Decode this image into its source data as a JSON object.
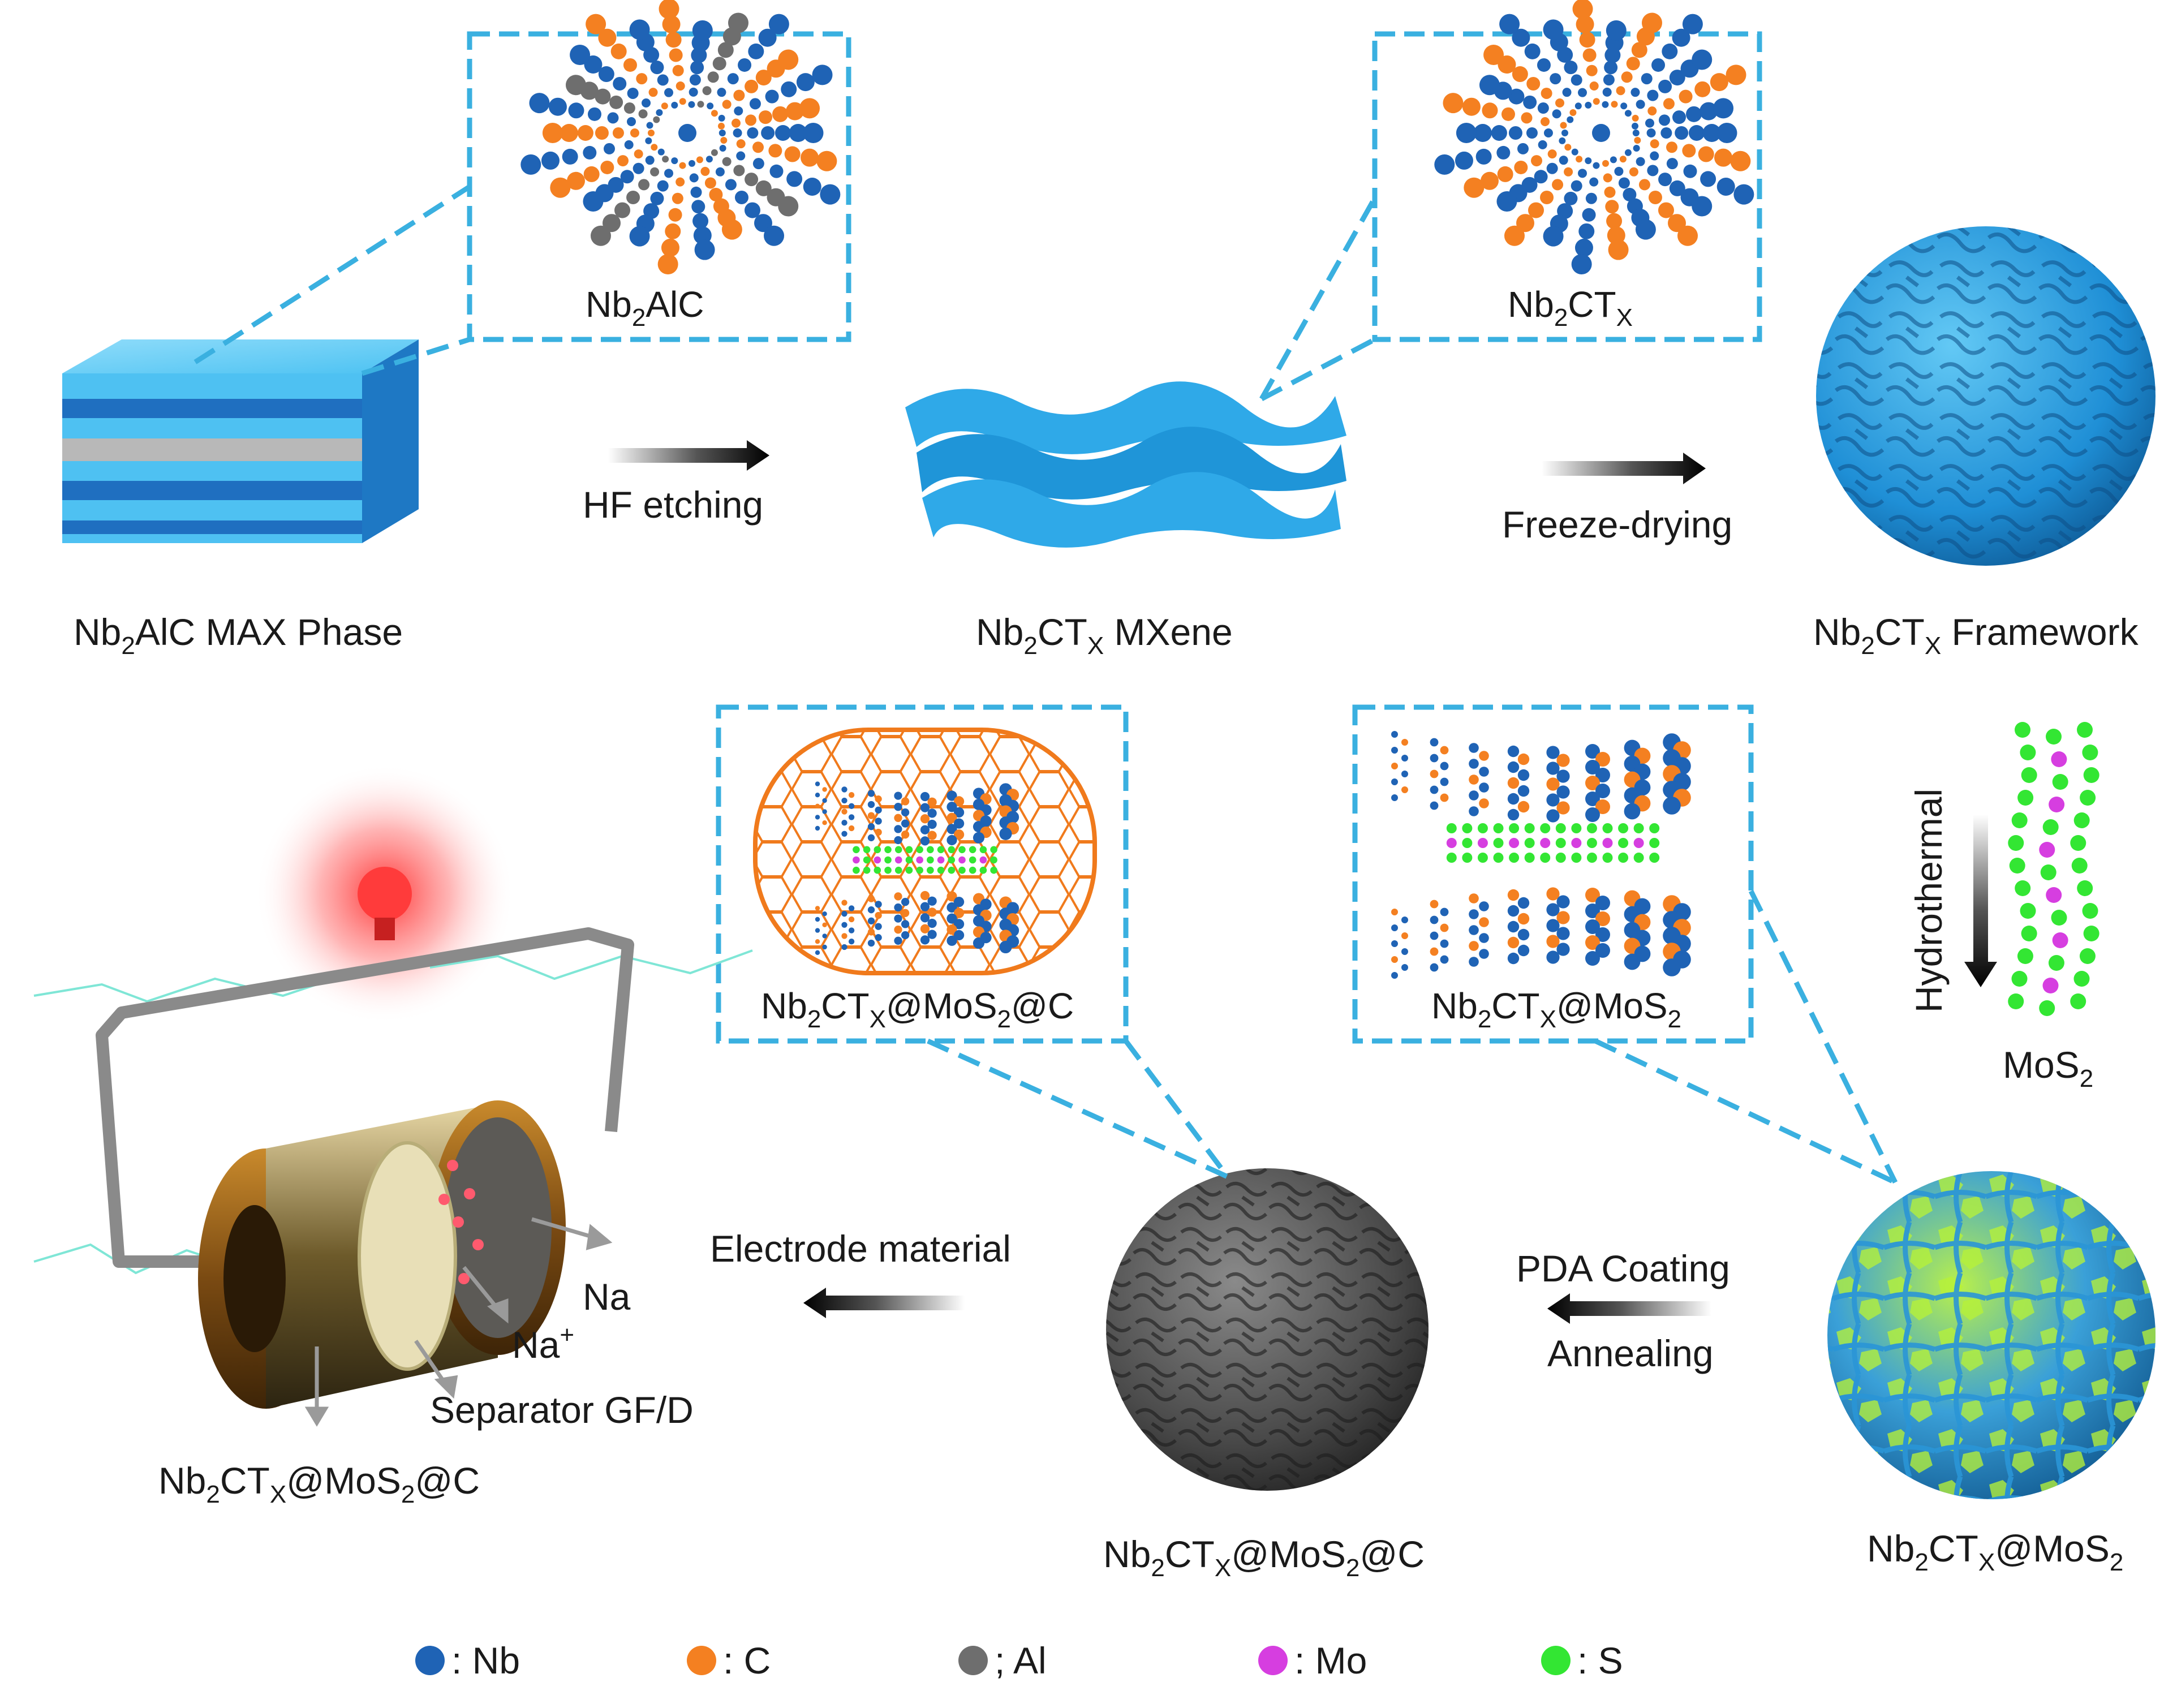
{
  "labels": {
    "max_phase": {
      "pre": "Nb",
      "sub": "2",
      "post": "AlC MAX Phase"
    },
    "mxene": {
      "pre": "Nb",
      "sub1": "2",
      "mid": "CT",
      "sub2": "X",
      "post": " MXene"
    },
    "framework": {
      "pre": "Nb",
      "sub1": "2",
      "mid": "CT",
      "sub2": "X",
      "post": " Framework"
    },
    "composite_mos2": {
      "pre": "Nb",
      "sub1": "2",
      "mid": "CT",
      "sub2": "X",
      "mid2": "@MoS",
      "sub3": "2"
    },
    "composite_c": {
      "pre": "Nb",
      "sub1": "2",
      "mid": "CT",
      "sub2": "X",
      "mid2": "@MoS",
      "sub3": "2",
      "post": "@C"
    },
    "battery_anode": {
      "pre": "Nb",
      "sub1": "2",
      "mid": "CT",
      "sub2": "X",
      "mid2": "@MoS",
      "sub3": "2",
      "post": "@C"
    },
    "mos2": {
      "pre": "MoS",
      "sub": "2"
    }
  },
  "insets": {
    "nb2alc": {
      "pre": "Nb",
      "sub": "2",
      "post": "AlC"
    },
    "nb2ctx": {
      "pre": "Nb",
      "sub": "2",
      "mid": "CT",
      "sub2": "X"
    },
    "nb2ctx_mos2": {
      "pre": "Nb",
      "sub1": "2",
      "mid": "CT",
      "sub2": "X",
      "mid2": "@MoS",
      "sub3": "2"
    },
    "nb2ctx_mos2_c": {
      "pre": "Nb",
      "sub1": "2",
      "mid": "CT",
      "sub2": "X",
      "mid2": "@MoS",
      "sub3": "2",
      "post": "@C"
    }
  },
  "steps": {
    "hf_etching": "HF etching",
    "freeze_drying": "Freeze-drying",
    "hydrothermal": "Hydrothermal",
    "pda_coating": "PDA Coating",
    "annealing": "Annealing",
    "electrode_material": "Electrode material"
  },
  "battery": {
    "na": "Na",
    "na_ion": {
      "pre": "Na",
      "sup": "+"
    },
    "separator": "Separator GF/D"
  },
  "legend": [
    {
      "symbol": ": Nb",
      "color": "#1f63b5"
    },
    {
      "symbol": ": C",
      "color": "#f48021"
    },
    {
      "symbol": "; Al",
      "color": "#6e6e6e"
    },
    {
      "symbol": ": Mo",
      "color": "#d63ee0"
    },
    {
      "symbol": ": S",
      "color": "#33e633"
    }
  ],
  "colors": {
    "accent_dash": "#3ab0e0",
    "mxene_blue": "#2aa7e6",
    "nb_blue": "#1f63b5",
    "carbon_orange": "#f48021",
    "al_gray": "#6e6e6e",
    "mo_magenta": "#d63ee0",
    "s_green": "#33e633"
  }
}
